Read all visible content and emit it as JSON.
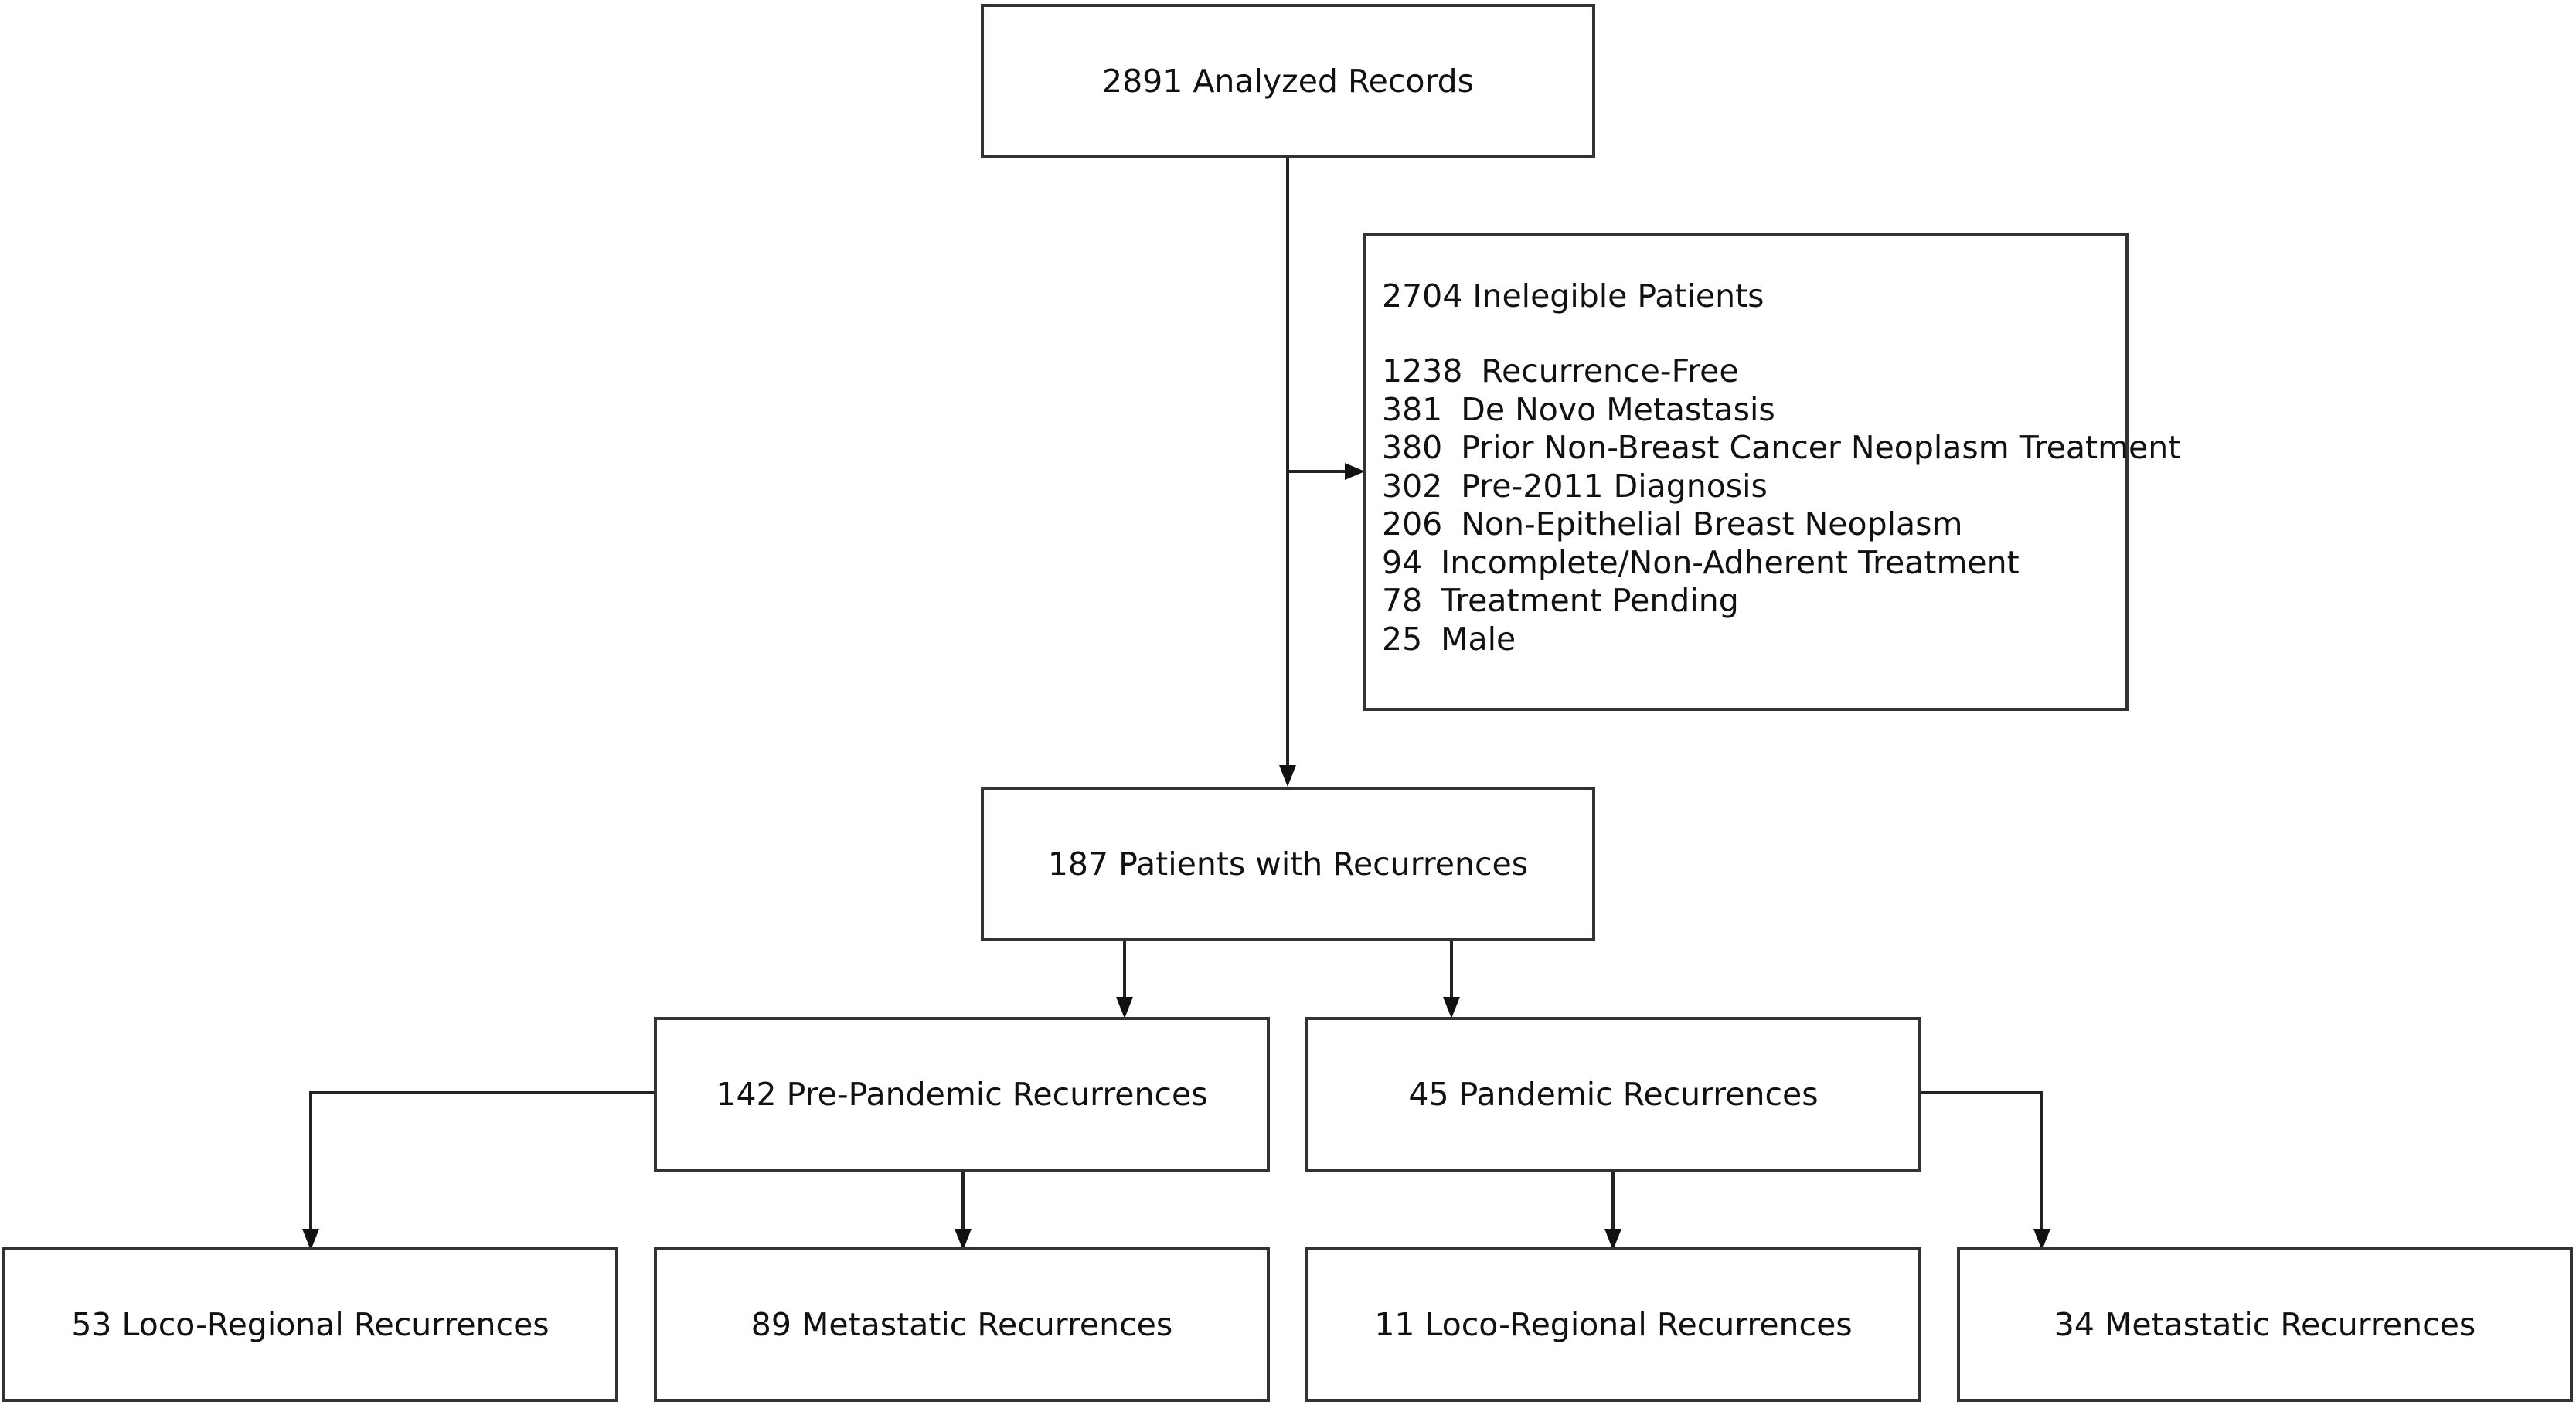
{
  "nodes": {
    "analyzed": "2891 Analyzed Records",
    "ineligible": {
      "title": "2704 Inelegible Patients",
      "items": [
        {
          "count": "1238",
          "label": "Recurrence-Free"
        },
        {
          "count": "381",
          "label": "De Novo Metastasis"
        },
        {
          "count": "380",
          "label": "Prior Non-Breast Cancer Neoplasm Treatment"
        },
        {
          "count": "302",
          "label": "Pre-2011 Diagnosis"
        },
        {
          "count": "206",
          "label": "Non-Epithelial Breast Neoplasm"
        },
        {
          "count": "94",
          "label": "Incomplete/Non-Adherent Treatment"
        },
        {
          "count": "78",
          "label": "Treatment Pending"
        },
        {
          "count": "25",
          "label": "Male"
        }
      ]
    },
    "recurrences": "187 Patients with Recurrences",
    "pre_pandemic": "142 Pre-Pandemic Recurrences",
    "pandemic": "45 Pandemic Recurrences",
    "pre_locoregional": "53 Loco-Regional Recurrences",
    "pre_metastatic": "89 Metastatic Recurrences",
    "pan_locoregional": "11 Loco-Regional Recurrences",
    "pan_metastatic": "34 Metastatic Recurrences"
  }
}
